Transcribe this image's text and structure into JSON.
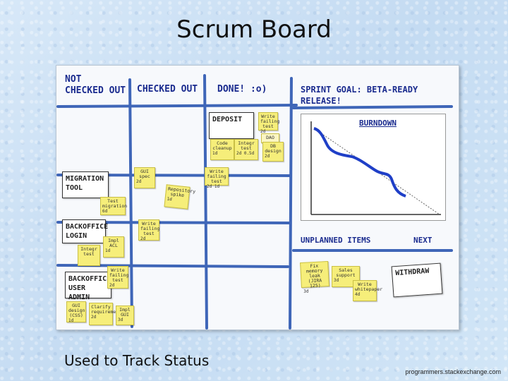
{
  "slide": {
    "title": "Scrum Board",
    "caption": "Used to Track Status",
    "source": "programmers.stackexchange.com"
  },
  "board": {
    "columns": {
      "not_checked_out": "NOT\nCHECKED OUT",
      "checked_out": "CHECKED OUT",
      "done": "DONE! :o)",
      "sprint_goal": "SPRINT GOAL: BETA-READY RELEASE!"
    },
    "burndown_label": "BURNDOWN",
    "unplanned_label": "UNPLANNED ITEMS",
    "next_label": "NEXT",
    "stories": {
      "deposit": "DEPOSIT",
      "migration": "MIGRATION TOOL",
      "backoffice_login": "BACKOFFICE LOGIN",
      "backoffice_admin": "BACKOFFICE USER ADMIN",
      "withdraw": "WITHDRAW"
    },
    "notes": {
      "write_failing_test_1": "Write failing test",
      "write_failing_test_1_est": "2d",
      "code_cleanup": "Code cleanup",
      "code_cleanup_est": "1d",
      "integr_test": "Integr test",
      "integr_test_est": "2d 0.5d",
      "dao": "DAO",
      "db_design": "DB design",
      "db_design_est": "2d",
      "gui_spec": "GUI spec",
      "gui_spec_est": "2d",
      "write_failing_test_2": "Write failing test",
      "write_failing_test_2_est": "2d 1d",
      "repository_spike": "Repository spike",
      "repository_spike_est": "1d",
      "test_migration": "Test migration",
      "test_migration_est": "6d",
      "write_failing_test_3": "Write failing test",
      "write_failing_test_3_est": "2d",
      "integr_test_login": "Integr test",
      "impl_acl": "Impl ACL",
      "impl_acl_est": "1d",
      "write_failing_test_4": "Write failing test",
      "write_failing_test_4_est": "2d",
      "gui_design": "GUI design (CSS)",
      "gui_design_est": "1d",
      "clarify_requirements": "Clarify requirements",
      "clarify_requirements_est": "2d",
      "impl_gui": "Impl GUI",
      "impl_gui_est": "3d",
      "fix_memory_leak": "Fix memory leak (JIRA 125)",
      "fix_memory_leak_est": "3d",
      "sales_support": "Sales support",
      "sales_support_est": "3d",
      "write_whitepaper": "Write whitepaper",
      "write_whitepaper_est": "4d"
    },
    "colors": {
      "marker": "#1b2c8f",
      "sticky": "#f6ee7a",
      "line": "#3f66b8"
    }
  }
}
